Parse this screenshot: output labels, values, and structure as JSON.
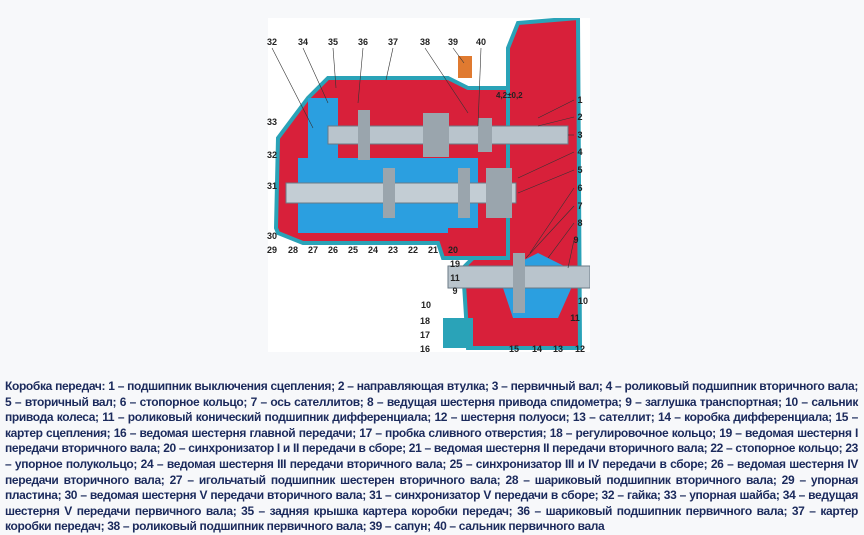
{
  "figure": {
    "dimension_note": "4,2±0,2",
    "labels": {
      "top": [
        "32",
        "34",
        "35",
        "36",
        "37",
        "38",
        "39",
        "40"
      ],
      "right": [
        "1",
        "2",
        "3",
        "4",
        "5",
        "6",
        "7",
        "8",
        "9",
        "10",
        "11",
        "12",
        "13",
        "14",
        "15"
      ],
      "left": [
        "33",
        "32",
        "31",
        "30"
      ],
      "bottom": [
        "29",
        "28",
        "27",
        "26",
        "25",
        "24",
        "23",
        "22",
        "21",
        "20"
      ],
      "lower_mid": [
        "19",
        "11",
        "9",
        "10",
        "18",
        "17",
        "16"
      ]
    }
  },
  "caption": {
    "text": "Коробка передач: 1 – подшипник выключения сцепления; 2 – направляющая втулка; 3 – первичный вал; 4 – роликовый подшипник вторичного вала; 5 – вторичный вал; 6 – стопорное кольцо; 7 – ось сателлитов; 8 – ведущая шестерня привода спидометра; 9 – заглушка транспортная; 10 – сальник привода колеса; 11 – роликовый конический подшипник дифференциала; 12 – шестерня полуоси; 13 – сателлит; 14 – коробка дифференциала; 15 – картер сцепления; 16 – ведомая шестерня главной передачи; 17 – пробка сливного отверстия; 18 – регулировочное кольцо; 19 – ведомая шестерня I передачи вторичного вала; 20 – синхронизатор I и II передачи в сборе; 21 – ведомая шестерня II передачи вторичного вала; 22 – стопорное кольцо; 23 – упорное полукольцо; 24 – ведомая шестерня III передачи вторичного вала; 25 – синхронизатор III и IV передачи в сборе; 26 – ведомая шестерня IV передачи вторичного вала; 27 – игольчатый подшипник шестерен вторичного вала; 28 – шариковый подшипник вторичного вала; 29 – упорная пластина; 30 – ведомая шестерня V передачи вторичного вала; 31 – синхронизатор V передачи в сборе; 32 – гайка; 33 – упорная шайба; 34 – ведущая шестерня V передачи первичного вала; 35 – задняя крышка картера коробки передач; 36 – шариковый подшипник первичного вала; 37 – картер коробки передач; 38 – роликовый подшипник первичного вала; 39 – сапун; 40 – сальник первичного вала"
  }
}
